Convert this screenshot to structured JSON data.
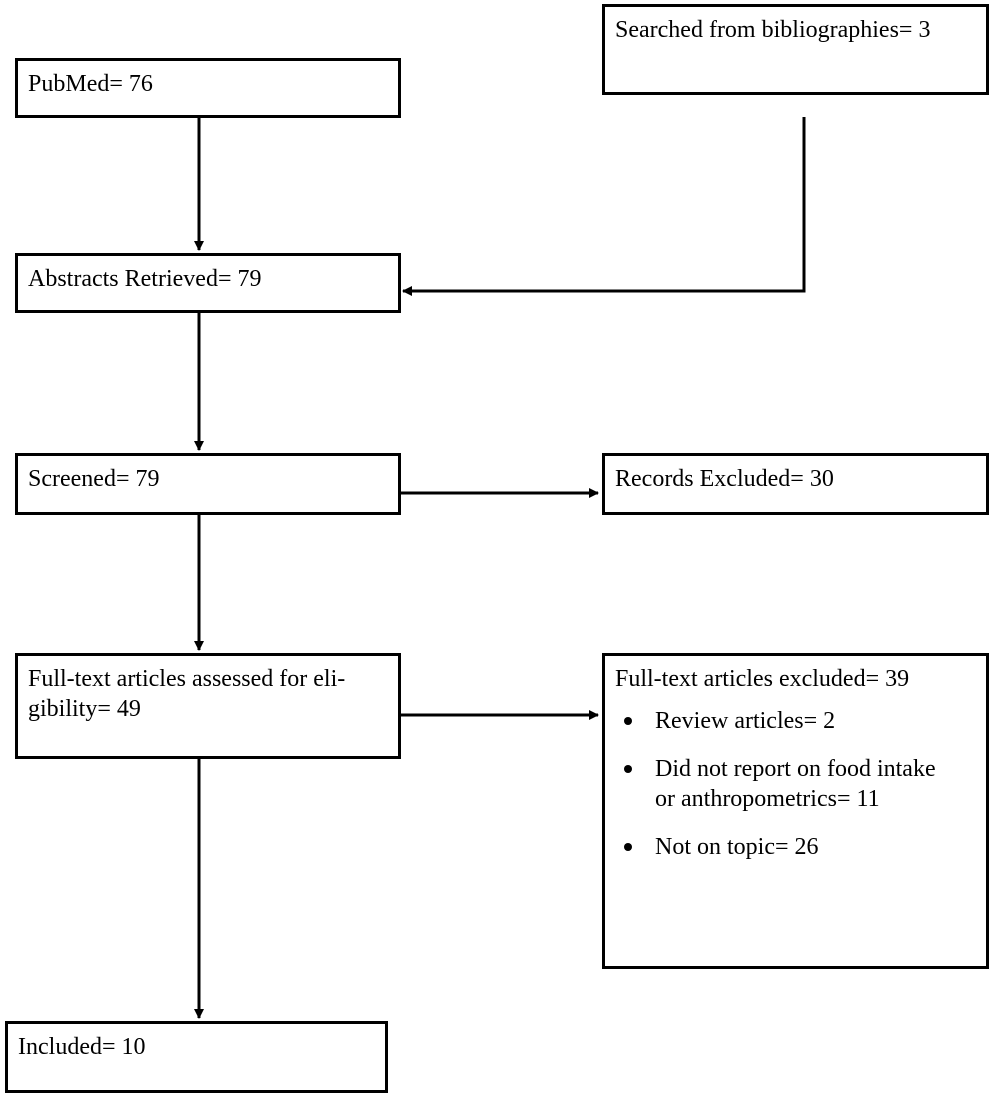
{
  "boxes": {
    "pubmed": "PubMed= 76",
    "bibliographies": "Searched from bibliographies= 3",
    "abstracts": "Abstracts Retrieved= 79",
    "screened": "Screened= 79",
    "records_excluded": "Records Excluded= 30",
    "full_text_assessed_line1": "Full-text articles assessed for eli-",
    "full_text_assessed_line2": "gibility= 49",
    "full_text_excluded": {
      "title": "Full-text articles excluded= 39",
      "reasons": [
        {
          "line1": "Review articles= 2",
          "line2": ""
        },
        {
          "line1": "Did not report on food intake",
          "line2": "or anthropometrics= 11"
        },
        {
          "line1": "Not on topic= 26",
          "line2": ""
        }
      ]
    },
    "included": "Included= 10"
  }
}
